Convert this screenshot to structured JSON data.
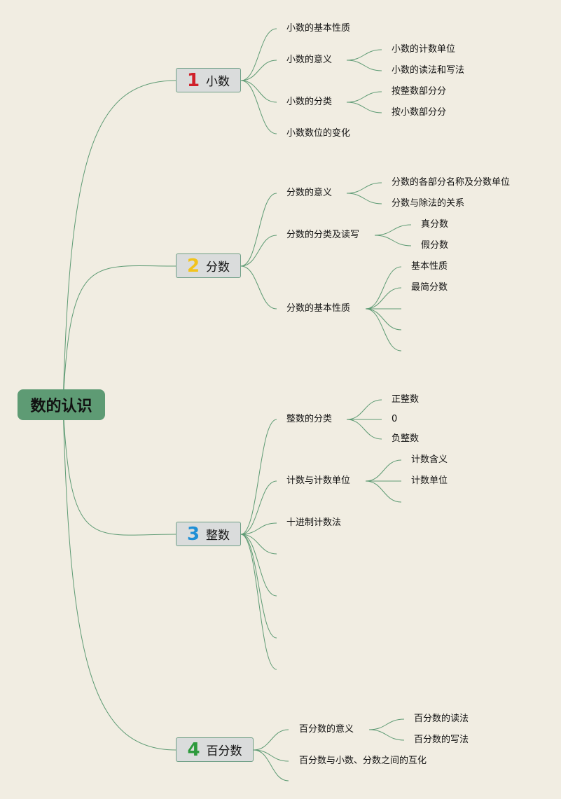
{
  "root": "数的认识",
  "colors": {
    "background": "#f1ede2",
    "root_fill": "#5e9b74",
    "line": "#5e9b74",
    "box_fill": "#dadcdc"
  },
  "branches": [
    {
      "number": "1",
      "number_color": "#d0202a",
      "label": "小数",
      "children": [
        {
          "label": "小数的基本性质",
          "children": []
        },
        {
          "label": "小数的意义",
          "children": [
            "小数的计数单位",
            "小数的读法和写法"
          ]
        },
        {
          "label": "小数的分类",
          "children": [
            "按整数部分分",
            "按小数部分分"
          ]
        },
        {
          "label": "小数数位的变化",
          "children": []
        }
      ]
    },
    {
      "number": "2",
      "number_color": "#f2c31c",
      "label": "分数",
      "children": [
        {
          "label": "分数的意义",
          "children": [
            "分数的各部分名称及分数单位",
            "分数与除法的关系"
          ]
        },
        {
          "label": "分数的分类及读写",
          "children": [
            "真分数",
            "假分数"
          ]
        },
        {
          "label": "分数的基本性质",
          "children": [
            "基本性质",
            "最简分数",
            "",
            "",
            ""
          ]
        }
      ]
    },
    {
      "number": "3",
      "number_color": "#1f8fd6",
      "label": "整数",
      "children": [
        {
          "label": "整数的分类",
          "children": [
            "正整数",
            "0",
            "负整数"
          ]
        },
        {
          "label": "计数与计数单位",
          "children": [
            "计数含义",
            "计数单位",
            ""
          ]
        },
        {
          "label": "十进制计数法",
          "children": []
        },
        {
          "label": "",
          "children": []
        },
        {
          "label": "",
          "children": []
        },
        {
          "label": "",
          "children": []
        },
        {
          "label": "",
          "children": []
        }
      ]
    },
    {
      "number": "4",
      "number_color": "#2d9a3c",
      "label": "百分数",
      "children": [
        {
          "label": "百分数的意义",
          "children": [
            "百分数的读法",
            "百分数的写法"
          ]
        },
        {
          "label": "百分数与小数、分数之间的互化",
          "children": []
        },
        {
          "label": "",
          "children": []
        }
      ]
    }
  ]
}
